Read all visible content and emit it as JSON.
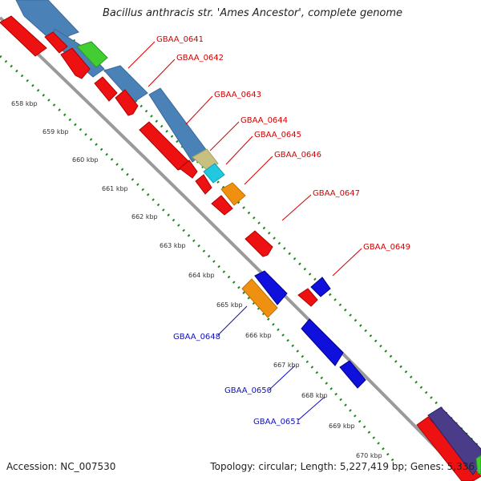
{
  "title": "Bacillus anthracis str. 'Ames Ancestor', complete genome",
  "footer": {
    "accession": "Accession: NC_007530",
    "summary": "Topology: circular; Length: 5,227,419 bp; Genes: 5,336"
  },
  "colors": {
    "forward_label": "#d40000",
    "reverse_label": "#1010c0",
    "backbone": "#9a9a9a",
    "tick_dots": "#1a8a1a",
    "cds_red": "#ee1111",
    "cds_blue": "#1010dd",
    "cds_orange": "#f09010",
    "cds_steelblue": "#4a82b8",
    "cds_green": "#44cc33",
    "cds_khaki": "#c8c080",
    "cds_cyan": "#20c8e0",
    "cds_purple": "#4a3c88"
  },
  "scale_ticks": [
    "658 kbp",
    "659 kbp",
    "660 kbp",
    "661 kbp",
    "662 kbp",
    "663 kbp",
    "664 kbp",
    "665 kbp",
    "666 kbp",
    "667 kbp",
    "668 kbp",
    "669 kbp",
    "670 kbp"
  ],
  "gene_labels": {
    "forward": [
      "GBAA_0641",
      "GBAA_0642",
      "GBAA_0643",
      "GBAA_0644",
      "GBAA_0645",
      "GBAA_0646",
      "GBAA_0647",
      "GBAA_0649"
    ],
    "reverse": [
      "GBAA_0648",
      "GBAA_0650",
      "GBAA_0651"
    ]
  }
}
